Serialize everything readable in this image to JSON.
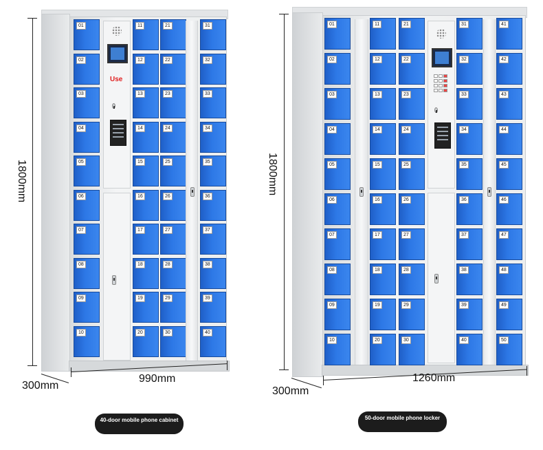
{
  "left_cabinet": {
    "height_label": "1800mm",
    "depth_label": "300mm",
    "width_label": "990mm",
    "panel_text": "Use",
    "caption": "40-door mobile phone cabinet",
    "door_columns": [
      [
        "01",
        "02",
        "03",
        "04",
        "05",
        "06",
        "07",
        "08",
        "09",
        "10"
      ],
      [
        "11",
        "12",
        "13",
        "14",
        "15",
        "16",
        "17",
        "18",
        "19",
        "20"
      ],
      [
        "21",
        "22",
        "23",
        "24",
        "25",
        "26",
        "27",
        "28",
        "29",
        "30"
      ],
      [
        "31",
        "32",
        "33",
        "34",
        "35",
        "36",
        "37",
        "38",
        "39",
        "40"
      ]
    ]
  },
  "right_cabinet": {
    "height_label": "1800mm",
    "depth_label": "300mm",
    "width_label": "1260mm",
    "caption": "50-door mobile phone locker",
    "door_columns": [
      [
        "01",
        "02",
        "03",
        "04",
        "05",
        "06",
        "07",
        "08",
        "09",
        "10"
      ],
      [
        "11",
        "12",
        "13",
        "14",
        "15",
        "16",
        "17",
        "18",
        "19",
        "20"
      ],
      [
        "21",
        "22",
        "23",
        "24",
        "25",
        "26",
        "27",
        "28",
        "29",
        "30"
      ],
      [
        "31",
        "32",
        "33",
        "34",
        "35",
        "36",
        "37",
        "38",
        "39",
        "40"
      ],
      [
        "41",
        "42",
        "43",
        "44",
        "45",
        "46",
        "47",
        "48",
        "49",
        "50"
      ]
    ]
  },
  "colors": {
    "door_blue": "#2d78e6",
    "frame": "#eceeef",
    "caption_bg": "#1c1c1c"
  }
}
